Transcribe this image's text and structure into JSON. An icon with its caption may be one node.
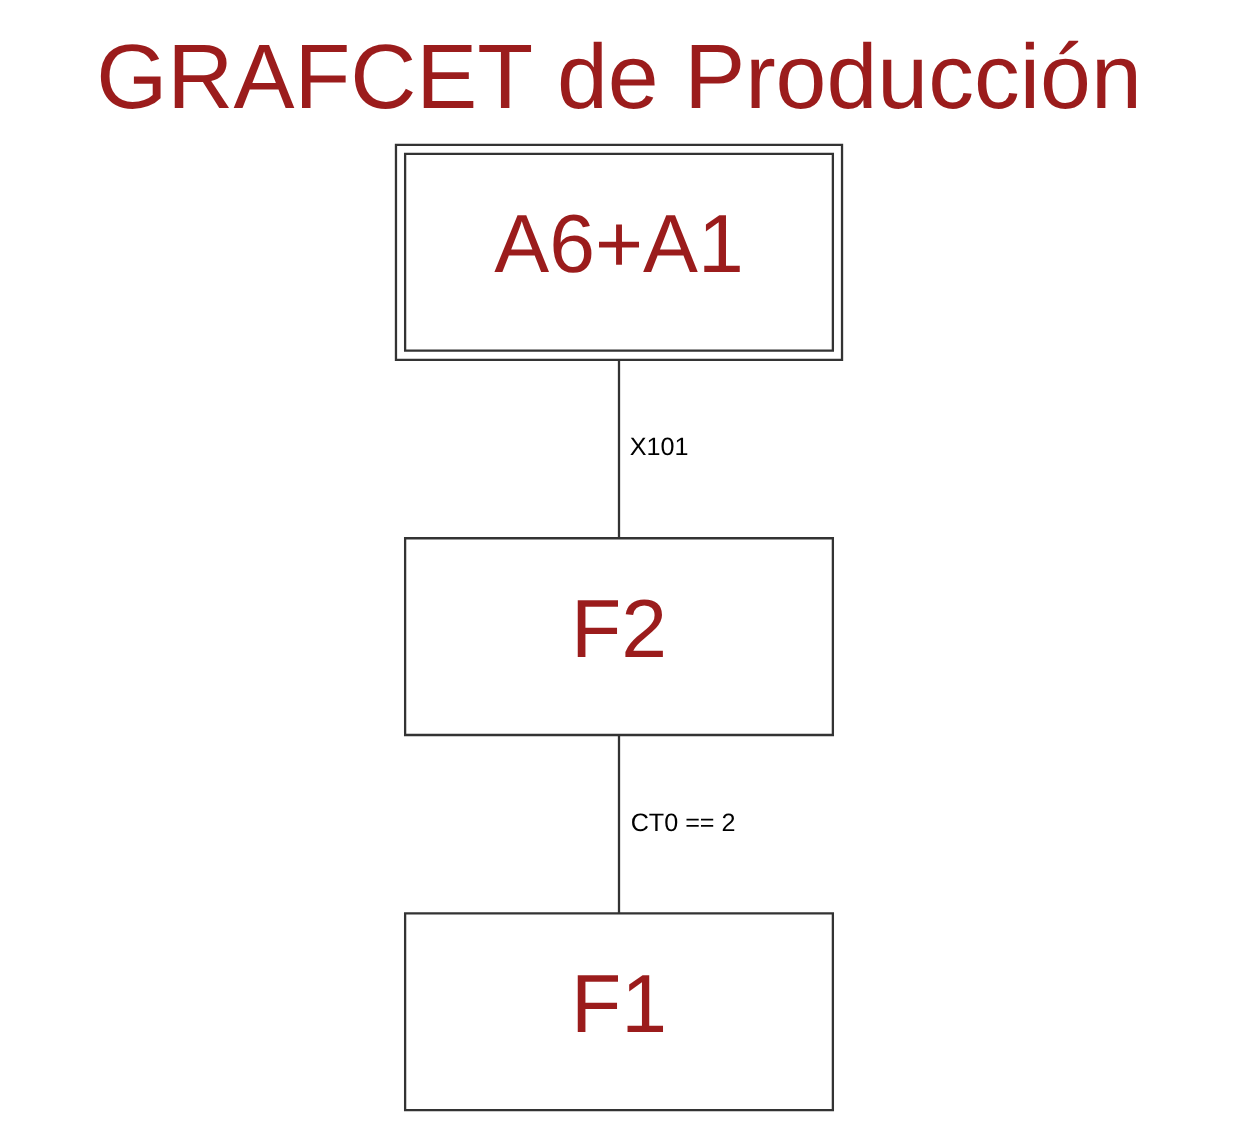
{
  "diagram": {
    "title": "GRAFCET de Producción",
    "nodes": [
      {
        "text": [
          "A6+A1"
        ]
      },
      {
        "text": [
          "F2"
        ]
      },
      {
        "text": [
          "F1"
        ]
      }
    ],
    "edges": [
      {
        "from": 0,
        "to": 1,
        "arrow": "none",
        "label": "X101"
      },
      {
        "from": 1,
        "to": 2,
        "arrow": "none",
        "label": "CT0 == 2"
      }
    ]
  }
}
